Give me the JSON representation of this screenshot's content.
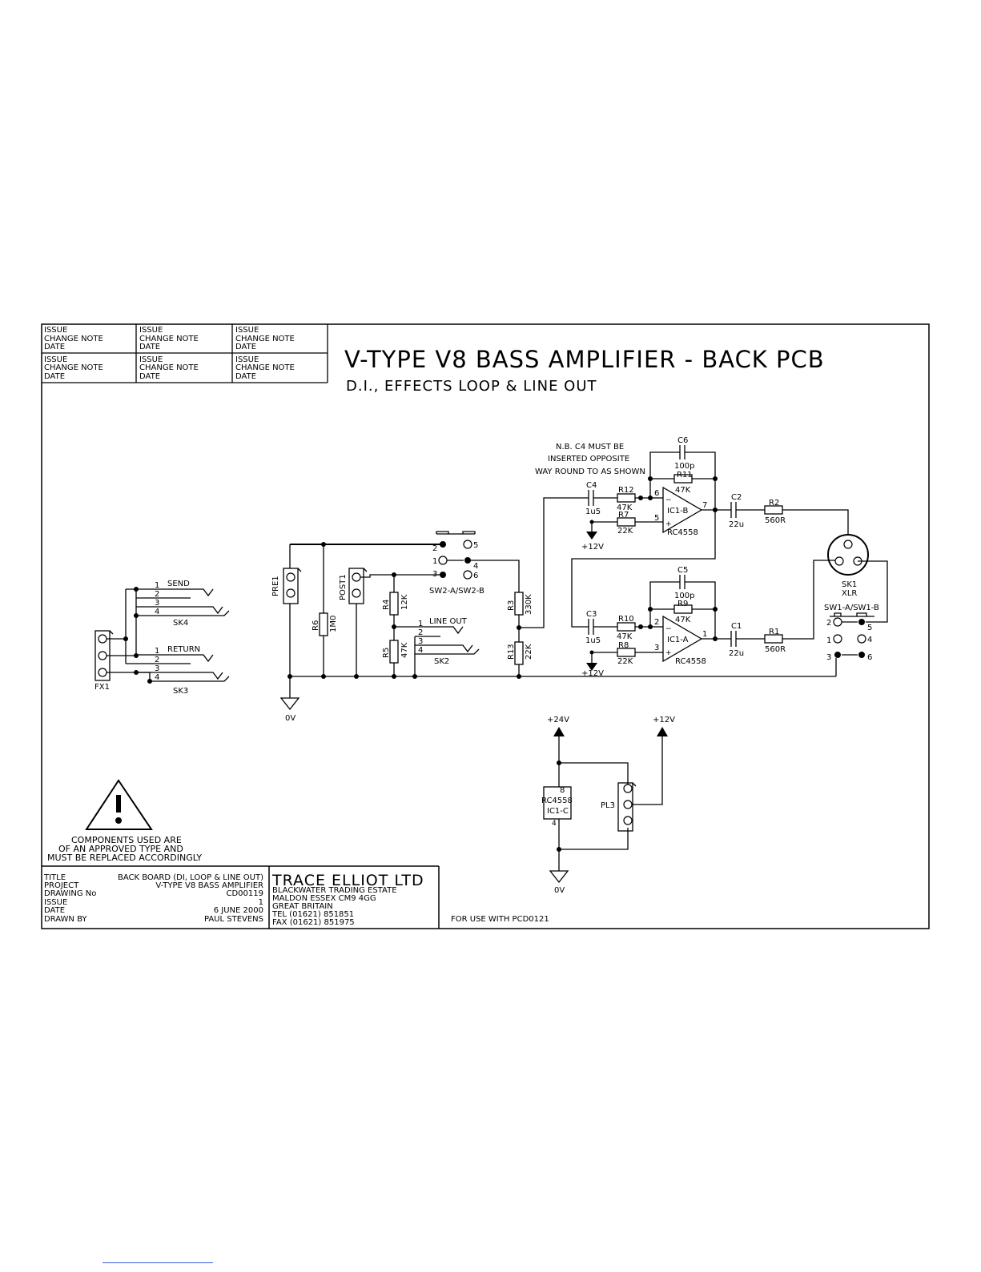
{
  "title": "V-TYPE V8 BASS AMPLIFIER - BACK PCB",
  "subtitle": "D.I., EFFECTS LOOP & LINE OUT",
  "issue_boxes": [
    {
      "issue": "ISSUE",
      "change": "CHANGE NOTE",
      "date": "DATE"
    },
    {
      "issue": "ISSUE",
      "change": "CHANGE NOTE",
      "date": "DATE"
    },
    {
      "issue": "ISSUE",
      "change": "CHANGE NOTE",
      "date": "DATE"
    },
    {
      "issue": "ISSUE",
      "change": "CHANGE NOTE",
      "date": "DATE"
    },
    {
      "issue": "ISSUE",
      "change": "CHANGE NOTE",
      "date": "DATE"
    },
    {
      "issue": "ISSUE",
      "change": "CHANGE NOTE",
      "date": "DATE"
    }
  ],
  "note_c4": [
    "N.B. C4 MUST BE",
    "INSERTED OPPOSITE",
    "WAY ROUND TO AS SHOWN"
  ],
  "warning": [
    "COMPONENTS USED ARE",
    "OF AN APPROVED TYPE AND",
    "MUST BE REPLACED ACCORDINGLY"
  ],
  "title_block": {
    "fields": [
      {
        "label": "TITLE",
        "value": "BACK BOARD (DI, LOOP & LINE OUT)"
      },
      {
        "label": "PROJECT",
        "value": "V-TYPE V8 BASS AMPLIFIER"
      },
      {
        "label": "DRAWING No",
        "value": "CD00119"
      },
      {
        "label": "ISSUE",
        "value": "1"
      },
      {
        "label": "DATE",
        "value": "6 JUNE 2000"
      },
      {
        "label": "DRAWN BY",
        "value": "PAUL STEVENS"
      }
    ],
    "company": "TRACE ELLIOT LTD",
    "address": [
      "BLACKWATER TRADING ESTATE",
      "MALDON ESSEX CM9 4GG",
      "GREAT BRITAIN",
      "TEL (01621) 851851",
      "FAX (01621) 851975"
    ],
    "note": "FOR USE WITH PCD0121"
  },
  "labels": {
    "send": "SEND",
    "return": "RETURN",
    "sk4": "SK4",
    "sk3": "SK3",
    "fx1": "FX1",
    "pre1": "PRE1",
    "post1": "POST1",
    "r6": "R6",
    "r6v": "1M0",
    "r4": "R4",
    "r4v": "12K",
    "r5": "R5",
    "r5v": "47K",
    "r3": "R3",
    "r3v": "330K",
    "r13": "R13",
    "r13v": "22K",
    "ov": "0V",
    "line_out": "LINE OUT",
    "sk2": "SK2",
    "sw2": "SW2-A/SW2-B",
    "c4": "C4",
    "c4v": "1u5",
    "r12": "R12",
    "r12v": "47K",
    "r7": "R7",
    "r7v": "22K",
    "c6": "C6",
    "c6v": "100p",
    "r11": "R11",
    "r11v": "47K",
    "ic1b": "IC1-B",
    "rc4558": "RC4558",
    "c2": "C2",
    "c2v": "22u",
    "r2": "R2",
    "r2v": "560R",
    "p12": "+12V",
    "c3": "C3",
    "c3v": "1u5",
    "r10": "R10",
    "r10v": "47K",
    "r8": "R8",
    "r8v": "22K",
    "c5": "C5",
    "c5v": "100p",
    "r9": "R9",
    "r9v": "47K",
    "ic1a": "IC1-A",
    "c1": "C1",
    "c1v": "22u",
    "r1": "R1",
    "r1v": "560R",
    "sk1": "SK1",
    "xlr": "XLR",
    "sw1": "SW1-A/SW1-B",
    "p24": "+24V",
    "ic1c": "IC1-C",
    "pl3": "PL3",
    "n1": "1",
    "n2": "2",
    "n3": "3",
    "n4": "4",
    "n5": "5",
    "n6": "6",
    "n7": "7",
    "n8": "8",
    "n6b": "6",
    "n3b": "3",
    "n2b": "2",
    "n1b": "1",
    "n4b": "4",
    "n5b": "5",
    "n6c": "6"
  }
}
